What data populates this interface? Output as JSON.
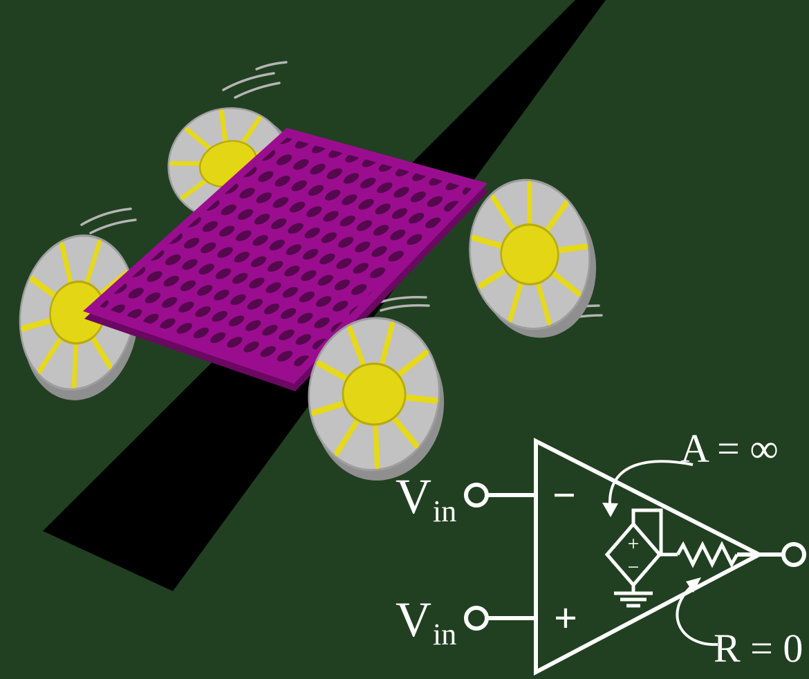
{
  "labels": {
    "vin_main": "V",
    "vin_sub": "in",
    "inverting_sign": "−",
    "noninverting_sign": "+",
    "gain_annotation": "A = ∞",
    "resistance_annotation": "R = 0",
    "source_plus": "+",
    "source_minus": "−"
  },
  "colors": {
    "background": "#214021",
    "track": "#000000",
    "chassis": "#9b0d8f",
    "chassis_side": "#6a0862",
    "hole": "#55084e",
    "wheel": "#c2c2c2",
    "wheel_side": "#8f8f8f",
    "wheel_edge": "#9e9e9e",
    "spoke": "#e6d919",
    "hub": "#e3d614",
    "hub_edge": "#b8ab0c",
    "schematic": "#ffffff",
    "streak": "#b5b5b5"
  }
}
